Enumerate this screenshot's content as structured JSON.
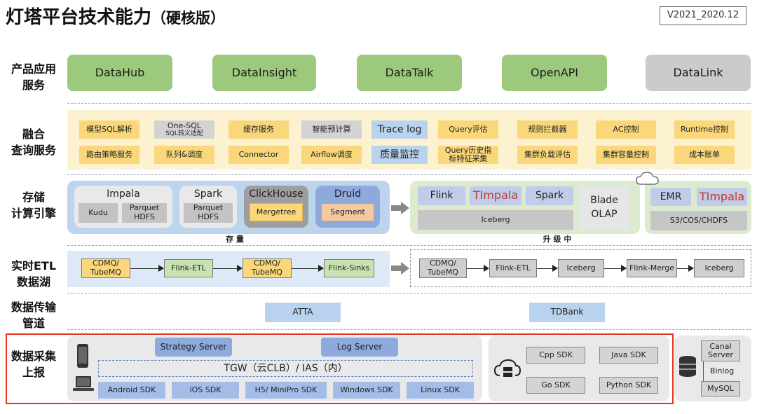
{
  "header": {
    "title": "灯塔平台技术能力",
    "subtitle": "（硬核版）",
    "version": "V2021_2020.12"
  },
  "rows": {
    "product": "产品应用\n服务",
    "query": "融合\n查询服务",
    "storage": "存储\n计算引擎",
    "etl": "实时ETL\n数据湖",
    "transport": "数据传输\n管道",
    "collect": "数据采集\n上报"
  },
  "products": [
    "DataHub",
    "DataInsight",
    "DataTalk",
    "OpenAPI",
    "DataLink"
  ],
  "query": {
    "left_top": [
      "模型SQL解析",
      "One-SQL",
      "SQL转义适配",
      "缓存服务",
      "智能预计算"
    ],
    "left_bottom": [
      "路由策略服务",
      "队列&调度",
      "Connector",
      "Airflow调度"
    ],
    "mid_top": "Trace log",
    "mid_bottom": "质量监控",
    "right_top": [
      "Query评估",
      "规则拦截器",
      "AC控制",
      "Runtime控制"
    ],
    "right_bottom": [
      "Query历史指\n标特征采集",
      "集群负载评估",
      "集群容量控制",
      "成本账单"
    ]
  },
  "storage": {
    "impala": "Impala",
    "kudu": "Kudu",
    "parquet_hdfs": "Parquet\nHDFS",
    "spark": "Spark",
    "spark_parquet": "Parquet\nHDFS",
    "clickhouse": "ClickHouse",
    "mergetree": "Mergetree",
    "druid": "Druid",
    "segment": "Segment",
    "stock_label": "存 量",
    "flink": "Flink",
    "timpala": "TImpala",
    "spark2": "Spark",
    "blade": "Blade\nOLAP",
    "iceberg": "Iceberg",
    "upgrade_label": "升 级 中",
    "emr": "EMR",
    "timpala2": "TImpala",
    "s3": "S3/COS/CHDFS"
  },
  "etl": {
    "left": [
      "CDMQ/\nTubeMQ",
      "Flink-ETL",
      "CDMQ/\nTubeMQ",
      "Flink-Sinks"
    ],
    "right": [
      "CDMQ/\nTubeMQ",
      "Flink-ETL",
      "Iceberg",
      "Flink-Merge",
      "Iceberg"
    ]
  },
  "transport": {
    "atta": "ATTA",
    "tdbank": "TDBank"
  },
  "collect": {
    "strategy_server": "Strategy Server",
    "log_server": "Log Server",
    "tgw": "TGW（云CLB）/ IAS（内）",
    "sdks": [
      "Android SDK",
      "iOS SDK",
      "H5/ MiniPro SDK",
      "Windows SDK",
      "Linux SDK"
    ],
    "server_sdks": [
      "Cpp SDK",
      "Java SDK",
      "Go SDK",
      "Python SDK"
    ],
    "canal": "Canal\nServer",
    "binlog": "Binlog",
    "mysql": "MySQL"
  },
  "colors": {
    "highlight": "#e8321e",
    "green": "#9cc97c",
    "yellow": "#f9d77a",
    "blue": "#a4bde8"
  }
}
